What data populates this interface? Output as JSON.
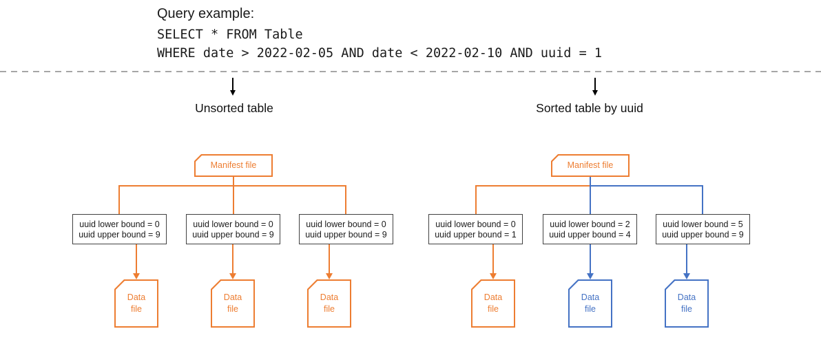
{
  "query": {
    "label": "Query example:",
    "sql_lines": [
      "SELECT * FROM Table",
      "WHERE date > 2022-02-05 AND date < 2022-02-10 AND uuid = 1"
    ]
  },
  "colors": {
    "orange": "#ED7D31",
    "blue": "#4472C4",
    "divider": "#A6A6A6",
    "arrow_black": "#000000",
    "bound_border": "#404040"
  },
  "trees": [
    {
      "title": "Unsorted table",
      "manifest_label": "Manifest file",
      "children": [
        {
          "lower": "uuid lower bound = 0",
          "upper": "uuid upper bound = 9",
          "branch_color": "#ED7D31",
          "file_label": "Data file"
        },
        {
          "lower": "uuid lower bound = 0",
          "upper": "uuid upper bound = 9",
          "branch_color": "#ED7D31",
          "file_label": "Data file"
        },
        {
          "lower": "uuid lower bound = 0",
          "upper": "uuid upper bound = 9",
          "branch_color": "#ED7D31",
          "file_label": "Data file"
        }
      ]
    },
    {
      "title": "Sorted table by uuid",
      "manifest_label": "Manifest file",
      "children": [
        {
          "lower": "uuid lower bound = 0",
          "upper": "uuid upper bound = 1",
          "branch_color": "#ED7D31",
          "file_label": "Data file"
        },
        {
          "lower": "uuid lower bound = 2",
          "upper": "uuid upper bound = 4",
          "branch_color": "#4472C4",
          "file_label": "Data file"
        },
        {
          "lower": "uuid lower bound = 5",
          "upper": "uuid upper bound = 9",
          "branch_color": "#4472C4",
          "file_label": "Data file"
        }
      ]
    }
  ]
}
